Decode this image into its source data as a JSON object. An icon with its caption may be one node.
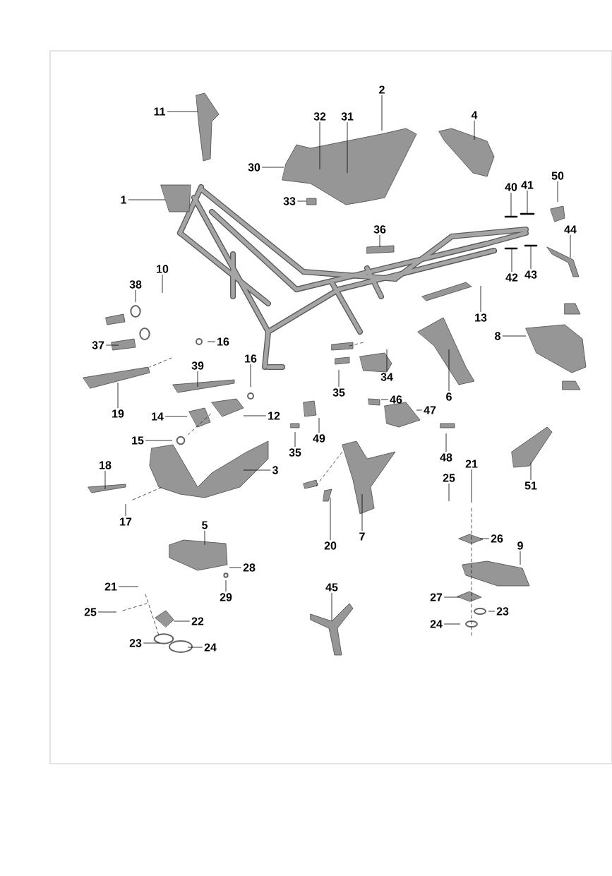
{
  "diagram": {
    "nodes": [
      {
        "text": [
          "1"
        ]
      },
      {
        "text": [
          "2"
        ]
      },
      {
        "text": [
          "11"
        ]
      },
      {
        "text": [
          "32"
        ]
      },
      {
        "text": [
          "31"
        ]
      },
      {
        "text": [
          "4"
        ]
      },
      {
        "text": [
          "30"
        ]
      },
      {
        "text": [
          "33"
        ]
      },
      {
        "text": [
          "40"
        ]
      },
      {
        "text": [
          "41"
        ]
      },
      {
        "text": [
          "50"
        ]
      },
      {
        "text": [
          "36"
        ]
      },
      {
        "text": [
          "44"
        ]
      },
      {
        "text": [
          "42"
        ]
      },
      {
        "text": [
          "43"
        ]
      },
      {
        "text": [
          "10"
        ]
      },
      {
        "text": [
          "38"
        ]
      },
      {
        "text": [
          "37"
        ]
      },
      {
        "text": [
          "16"
        ]
      },
      {
        "text": [
          "13"
        ]
      },
      {
        "text": [
          "8"
        ]
      },
      {
        "text": [
          "16"
        ]
      },
      {
        "text": [
          "39"
        ]
      },
      {
        "text": [
          "19"
        ]
      },
      {
        "text": [
          "34"
        ]
      },
      {
        "text": [
          "6"
        ]
      },
      {
        "text": [
          "35"
        ]
      },
      {
        "text": [
          "46"
        ]
      },
      {
        "text": [
          "14"
        ]
      },
      {
        "text": [
          "12"
        ]
      },
      {
        "text": [
          "15"
        ]
      },
      {
        "text": [
          "47"
        ]
      },
      {
        "text": [
          "35"
        ]
      },
      {
        "text": [
          "49"
        ]
      },
      {
        "text": [
          "48"
        ]
      },
      {
        "text": [
          "3"
        ]
      },
      {
        "text": [
          "21"
        ]
      },
      {
        "text": [
          "51"
        ]
      },
      {
        "text": [
          "25"
        ]
      },
      {
        "text": [
          "18"
        ]
      },
      {
        "text": [
          "17"
        ]
      },
      {
        "text": [
          "20"
        ]
      },
      {
        "text": [
          "7"
        ]
      },
      {
        "text": [
          "5"
        ]
      },
      {
        "text": [
          "26"
        ]
      },
      {
        "text": [
          "9"
        ]
      },
      {
        "text": [
          "28"
        ]
      },
      {
        "text": [
          "29"
        ]
      },
      {
        "text": [
          "27"
        ]
      },
      {
        "text": [
          "23"
        ]
      },
      {
        "text": [
          "24"
        ]
      },
      {
        "text": [
          "21"
        ]
      },
      {
        "text": [
          "45"
        ]
      },
      {
        "text": [
          "25"
        ]
      },
      {
        "text": [
          "22"
        ]
      },
      {
        "text": [
          "23"
        ]
      },
      {
        "text": [
          "24"
        ]
      }
    ],
    "edges": [
      {
        "from": 0,
        "to": null,
        "arrow": "none"
      },
      {
        "from": 1,
        "to": null,
        "arrow": "none"
      },
      {
        "from": 2,
        "to": null,
        "arrow": "none"
      },
      {
        "from": 3,
        "to": null,
        "arrow": "none"
      },
      {
        "from": 4,
        "to": null,
        "arrow": "none"
      },
      {
        "from": 5,
        "to": null,
        "arrow": "none"
      },
      {
        "from": 6,
        "to": null,
        "arrow": "none"
      },
      {
        "from": 7,
        "to": null,
        "arrow": "none"
      },
      {
        "from": 8,
        "to": null,
        "arrow": "none"
      },
      {
        "from": 9,
        "to": null,
        "arrow": "none"
      },
      {
        "from": 10,
        "to": null,
        "arrow": "none"
      },
      {
        "from": 11,
        "to": null,
        "arrow": "none"
      },
      {
        "from": 12,
        "to": null,
        "arrow": "none"
      },
      {
        "from": 13,
        "to": null,
        "arrow": "none"
      },
      {
        "from": 14,
        "to": null,
        "arrow": "none"
      },
      {
        "from": 15,
        "to": null,
        "arrow": "none"
      },
      {
        "from": 16,
        "to": null,
        "arrow": "none"
      },
      {
        "from": 17,
        "to": null,
        "arrow": "none"
      },
      {
        "from": 18,
        "to": null,
        "arrow": "none"
      },
      {
        "from": 19,
        "to": null,
        "arrow": "none"
      },
      {
        "from": 20,
        "to": null,
        "arrow": "none"
      },
      {
        "from": 21,
        "to": null,
        "arrow": "none"
      },
      {
        "from": 22,
        "to": null,
        "arrow": "none"
      },
      {
        "from": 23,
        "to": null,
        "arrow": "none"
      },
      {
        "from": 24,
        "to": null,
        "arrow": "none"
      },
      {
        "from": 25,
        "to": null,
        "arrow": "none"
      },
      {
        "from": 26,
        "to": null,
        "arrow": "none"
      },
      {
        "from": 27,
        "to": null,
        "arrow": "none"
      },
      {
        "from": 28,
        "to": null,
        "arrow": "none"
      },
      {
        "from": 29,
        "to": null,
        "arrow": "none"
      },
      {
        "from": 30,
        "to": null,
        "arrow": "none"
      },
      {
        "from": 31,
        "to": null,
        "arrow": "none"
      },
      {
        "from": 32,
        "to": null,
        "arrow": "none"
      },
      {
        "from": 33,
        "to": null,
        "arrow": "none"
      },
      {
        "from": 34,
        "to": null,
        "arrow": "none"
      },
      {
        "from": 35,
        "to": null,
        "arrow": "none"
      },
      {
        "from": 36,
        "to": null,
        "arrow": "none"
      },
      {
        "from": 37,
        "to": null,
        "arrow": "none"
      },
      {
        "from": 38,
        "to": null,
        "arrow": "none"
      },
      {
        "from": 39,
        "to": null,
        "arrow": "none"
      },
      {
        "from": 40,
        "to": null,
        "arrow": "none"
      },
      {
        "from": 41,
        "to": null,
        "arrow": "none"
      },
      {
        "from": 42,
        "to": null,
        "arrow": "none"
      },
      {
        "from": 43,
        "to": null,
        "arrow": "none"
      },
      {
        "from": 44,
        "to": null,
        "arrow": "none"
      },
      {
        "from": 45,
        "to": null,
        "arrow": "none"
      },
      {
        "from": 46,
        "to": null,
        "arrow": "none"
      },
      {
        "from": 47,
        "to": null,
        "arrow": "none"
      },
      {
        "from": 48,
        "to": null,
        "arrow": "none"
      },
      {
        "from": 49,
        "to": null,
        "arrow": "none"
      },
      {
        "from": 50,
        "to": null,
        "arrow": "none"
      },
      {
        "from": 51,
        "to": null,
        "arrow": "none"
      },
      {
        "from": 52,
        "to": null,
        "arrow": "none"
      },
      {
        "from": 53,
        "to": null,
        "arrow": "none"
      },
      {
        "from": 54,
        "to": null,
        "arrow": "none"
      },
      {
        "from": 55,
        "to": null,
        "arrow": "none"
      },
      {
        "from": 56,
        "to": null,
        "arrow": "none"
      }
    ]
  }
}
